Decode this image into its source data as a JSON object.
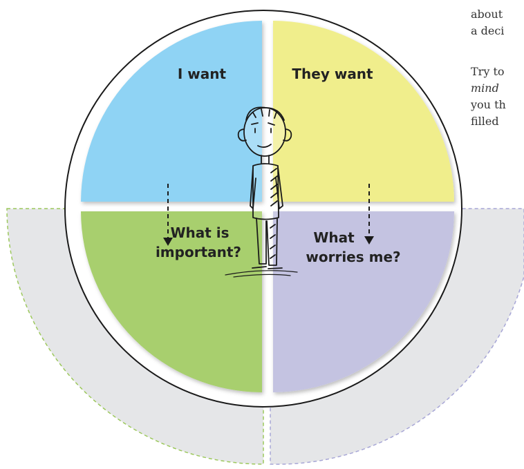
{
  "side_text": {
    "lines_top": [
      "about",
      "a deci"
    ],
    "line_try": "Try to",
    "line_mind": "mind",
    "line_you": "you th",
    "line_filled": "filled"
  },
  "quadrants": {
    "i_want": {
      "label": "I want",
      "color": "#8fd3f4"
    },
    "they_want": {
      "label": "They want",
      "color": "#f0ee8c"
    },
    "important": {
      "label_lines": [
        "What is",
        "important?"
      ],
      "color": "#a8cf6e"
    },
    "worries": {
      "label_lines": [
        "What",
        "worries me?"
      ],
      "color": "#c4c3e1"
    }
  },
  "colors": {
    "outer_ring_left": "#e5e6e8",
    "outer_ring_left_border": "#9cc85c",
    "outer_ring_right_border": "#a7a6d6",
    "circle_outline": "#1a1a1a",
    "arrow": "#1a1a1a"
  }
}
